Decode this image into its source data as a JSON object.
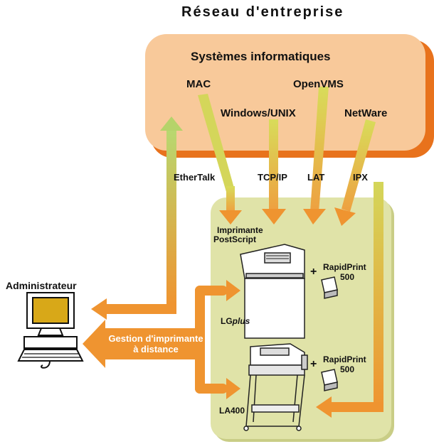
{
  "title": "Réseau d'entreprise",
  "systems": {
    "heading": "Systèmes informatiques",
    "items": [
      "MAC",
      "Windows/UNIX",
      "OpenVMS",
      "NetWare"
    ]
  },
  "protocols": [
    "EtherTalk",
    "TCP/IP",
    "LAT",
    "IPX"
  ],
  "printers": {
    "postscript_label": [
      "Imprimante",
      "PostScript"
    ],
    "lg_prefix": "LG",
    "lg_suffix": "plus",
    "la400": "LA400",
    "rapidprint_plus": "+",
    "rapidprint_name": "RapidPrint",
    "rapidprint_model": "500"
  },
  "admin": {
    "label": "Administrateur",
    "remote_line1": "Gestion d'imprimante",
    "remote_line2": "à distance"
  },
  "colors": {
    "network_box": "#f8c99a",
    "network_shadow": "#e8721c",
    "printer_zone": "#e0e3a8",
    "printer_zone_shadow": "#c9cd86",
    "arrow_orange": "#ef9430",
    "arrow_yellow": "#d4d65a",
    "arrow_green": "#b5d36a",
    "monitor_screen": "#d8a818"
  }
}
